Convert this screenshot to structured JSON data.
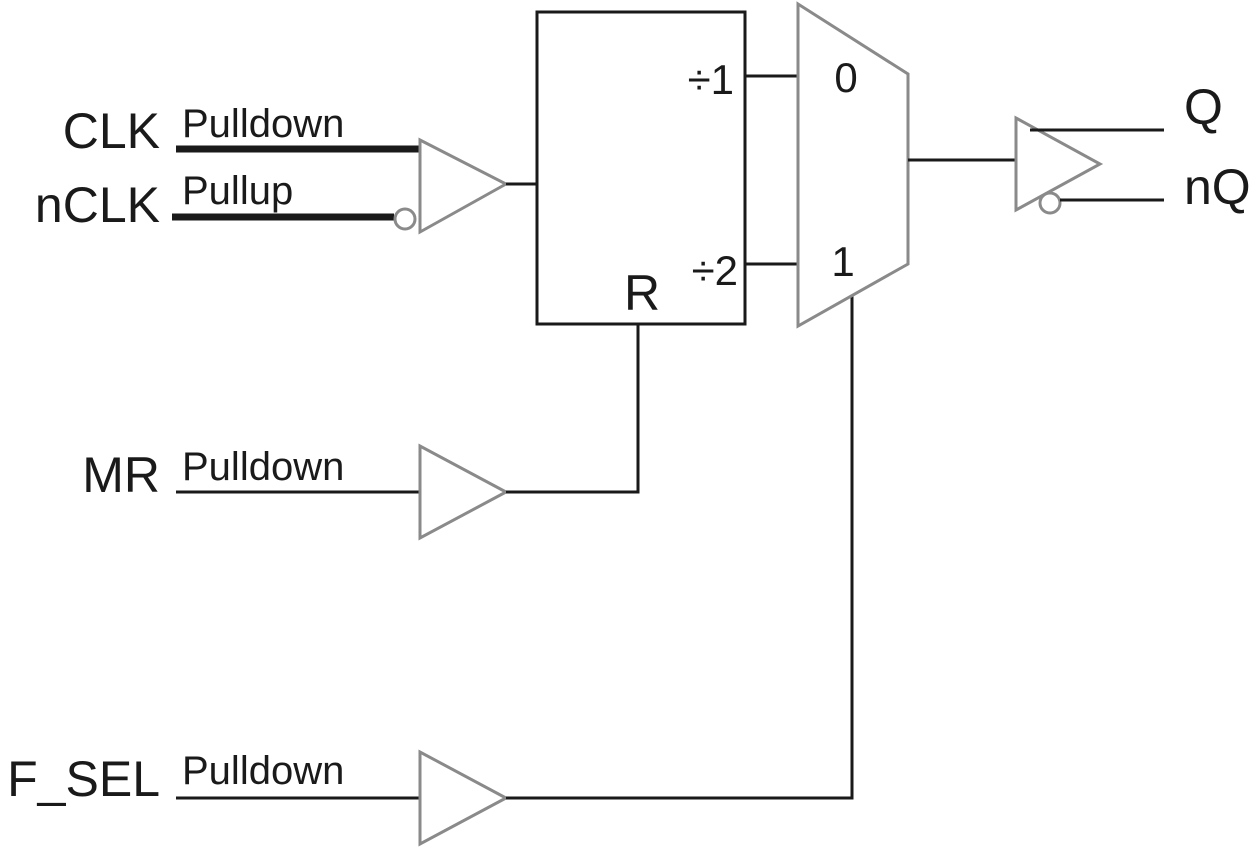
{
  "inputs": {
    "clk": {
      "name": "CLK",
      "bias": "Pulldown"
    },
    "nclk": {
      "name": "nCLK",
      "bias": "Pullup"
    },
    "mr": {
      "name": "MR",
      "bias": "Pulldown"
    },
    "f_sel": {
      "name": "F_SEL",
      "bias": "Pulldown"
    }
  },
  "divider": {
    "out_div1": "÷1",
    "out_div2": "÷2",
    "reset_pin": "R"
  },
  "mux": {
    "input0": "0",
    "input1": "1"
  },
  "outputs": {
    "q": "Q",
    "nq": "nQ"
  }
}
